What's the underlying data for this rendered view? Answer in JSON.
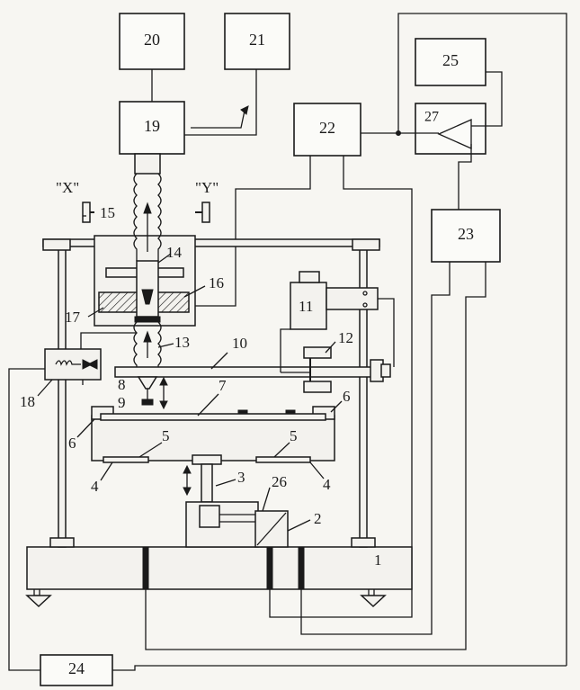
{
  "blocks": {
    "b20": "20",
    "b21": "21",
    "b19": "19",
    "b22": "22",
    "b25": "25",
    "b27": "27",
    "b23": "23",
    "b24": "24"
  },
  "axes": {
    "x": "\"X\"",
    "y": "\"Y\""
  },
  "labels": {
    "l1": "1",
    "l2": "2",
    "l3": "3",
    "l4a": "4",
    "l4b": "4",
    "l5a": "5",
    "l5b": "5",
    "l6a": "6",
    "l6b": "6",
    "l7": "7",
    "l8": "8",
    "l9": "9",
    "l10": "10",
    "l11": "11",
    "l12": "12",
    "l13": "13",
    "l14": "14",
    "l15": "15",
    "l16": "16",
    "l17": "17",
    "l18": "18",
    "l26": "26"
  }
}
